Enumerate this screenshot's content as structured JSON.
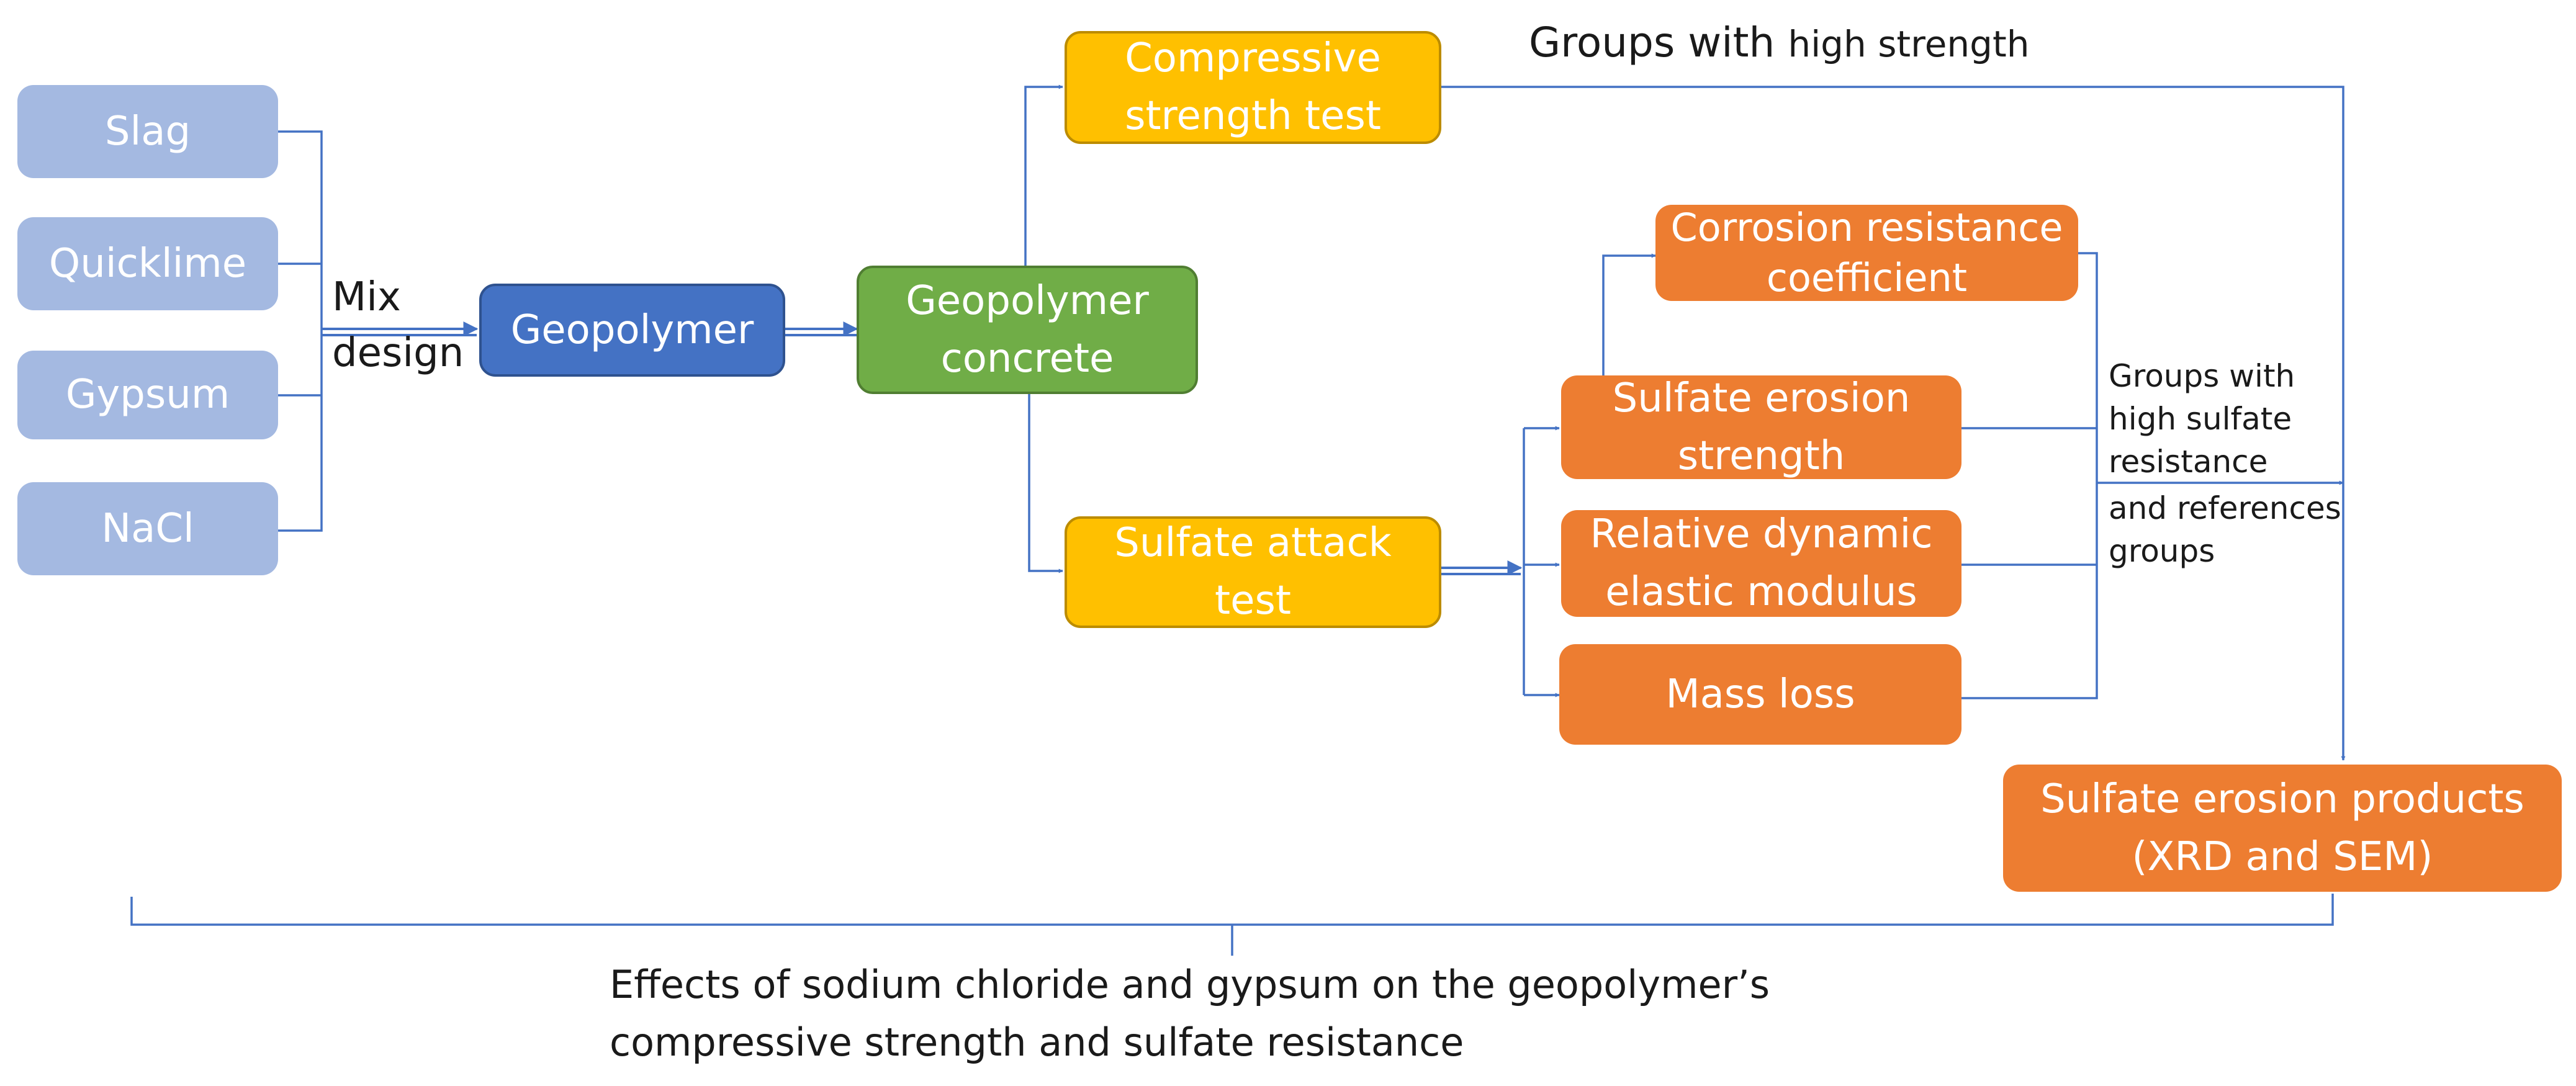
{
  "materials": [
    "Slag",
    "Quicklime",
    "Gypsum",
    "NaCl"
  ],
  "mix_design": [
    "Mix",
    "design"
  ],
  "geopolymer": "Geopolymer",
  "geopolymer_concrete": [
    "Geopolymer",
    "concrete"
  ],
  "compressive_test": [
    "Compressive",
    "strength test"
  ],
  "sulfate_test": [
    "Sulfate attack",
    "test"
  ],
  "indicators": {
    "corrosion": [
      "Corrosion resistance",
      "coefficient"
    ],
    "erosion_strength": [
      "Sulfate erosion",
      "strength"
    ],
    "modulus": [
      "Relative dynamic",
      "elastic modulus"
    ],
    "mass_loss": "Mass loss"
  },
  "high_strength_label": {
    "prefix": "Groups with",
    "suffix": "high strength"
  },
  "sulfate_groups_label": [
    "Groups with",
    "high sulfate",
    "resistance",
    "and references",
    "groups"
  ],
  "products": [
    "Sulfate erosion products",
    "(XRD and SEM)"
  ],
  "effects_label": [
    "Effects of sodium chloride and gypsum on the geopolymer’s",
    "compressive strength and sulfate resistance"
  ],
  "colors": {
    "material": "#a4b9e1",
    "geopolymer": "#4472c4",
    "concrete": "#70ad47",
    "test": "#ffc000",
    "indicator": "#ed7d31",
    "connector": "#4472c4"
  }
}
